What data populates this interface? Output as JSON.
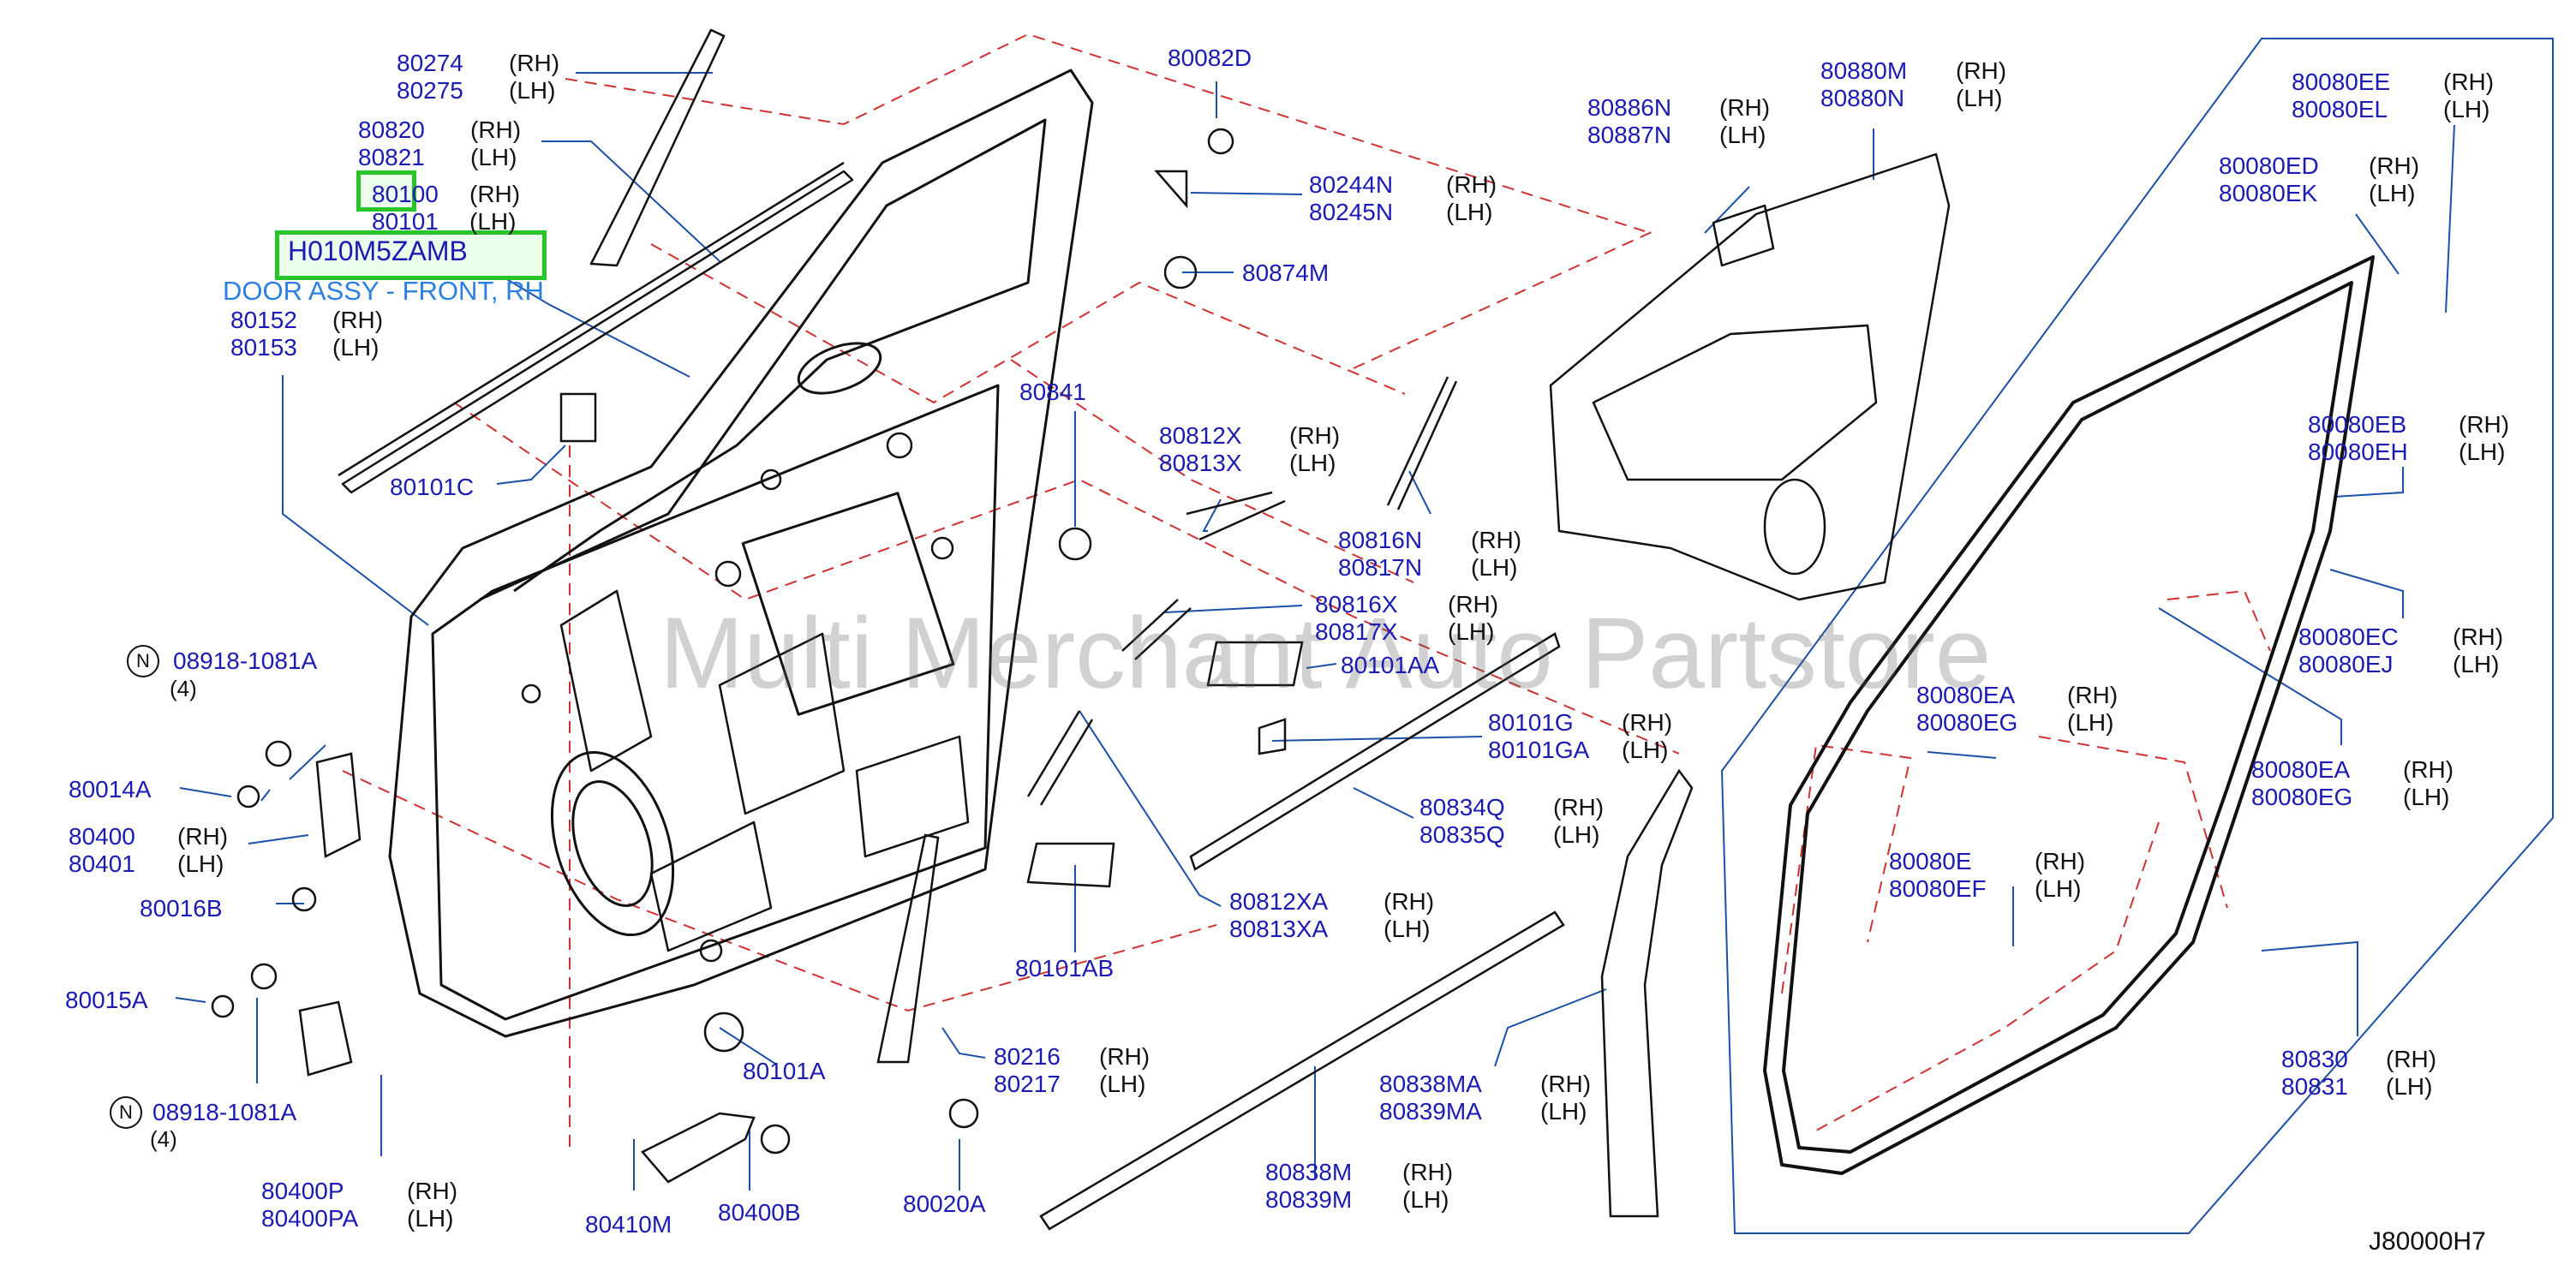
{
  "highlight": {
    "part_number": "H010M5ZAMB",
    "description": "DOOR ASSY - FRONT, RH"
  },
  "watermark": "Multi Merchant Auto Partstore",
  "diagram_code": "J80000H7",
  "n_mark": "N",
  "callouts": {
    "c80274": {
      "rh": "80274",
      "lh": "80275",
      "rh_side": "(RH)",
      "lh_side": "(LH)"
    },
    "c80820": {
      "rh": "80820",
      "lh": "80821",
      "rh_side": "(RH)",
      "lh_side": "(LH)"
    },
    "c80100": {
      "rh": "80100",
      "lh": "80101",
      "rh_side": "(RH)",
      "lh_side": "(LH)"
    },
    "c80152": {
      "rh": "80152",
      "lh": "80153",
      "rh_side": "(RH)",
      "lh_side": "(LH)"
    },
    "c80101c": {
      "pn": "80101C"
    },
    "c08918_top": {
      "pn": "08918-1081A",
      "qty": "(4)"
    },
    "c80014a": {
      "pn": "80014A"
    },
    "c80400": {
      "rh": "80400",
      "lh": "80401",
      "rh_side": "(RH)",
      "lh_side": "(LH)"
    },
    "c80016b": {
      "pn": "80016B"
    },
    "c80015a": {
      "pn": "80015A"
    },
    "c08918_bot": {
      "pn": "08918-1081A",
      "qty": "(4)"
    },
    "c80400p": {
      "rh": "80400P",
      "lh": "80400PA",
      "rh_side": "(RH)",
      "lh_side": "(LH)"
    },
    "c80410m": {
      "pn": "80410M"
    },
    "c80400b": {
      "pn": "80400B"
    },
    "c80020a": {
      "pn": "80020A"
    },
    "c80101a": {
      "pn": "80101A"
    },
    "c80216": {
      "rh": "80216",
      "lh": "80217",
      "rh_side": "(RH)",
      "lh_side": "(LH)"
    },
    "c80082d": {
      "pn": "80082D"
    },
    "c80244n": {
      "rh": "80244N",
      "lh": "80245N",
      "rh_side": "(RH)",
      "lh_side": "(LH)"
    },
    "c80874m": {
      "pn": "80874M"
    },
    "c80841": {
      "pn": "80841"
    },
    "c80812x": {
      "rh": "80812X",
      "lh": "80813X",
      "rh_side": "(RH)",
      "lh_side": "(LH)"
    },
    "c80816n": {
      "rh": "80816N",
      "lh": "80817N",
      "rh_side": "(RH)",
      "lh_side": "(LH)"
    },
    "c80816x": {
      "rh": "80816X",
      "lh": "80817X",
      "rh_side": "(RH)",
      "lh_side": "(LH)"
    },
    "c80101aa": {
      "pn": "80101AA"
    },
    "c80101g": {
      "rh": "80101G",
      "lh": "80101GA",
      "rh_side": "(RH)",
      "lh_side": "(LH)"
    },
    "c80834q": {
      "rh": "80834Q",
      "lh": "80835Q",
      "rh_side": "(RH)",
      "lh_side": "(LH)"
    },
    "c80812xa": {
      "rh": "80812XA",
      "lh": "80813XA",
      "rh_side": "(RH)",
      "lh_side": "(LH)"
    },
    "c80101ab": {
      "pn": "80101AB"
    },
    "c80838m": {
      "rh": "80838M",
      "lh": "80839M",
      "rh_side": "(RH)",
      "lh_side": "(LH)"
    },
    "c80838ma": {
      "rh": "80838MA",
      "lh": "80839MA",
      "rh_side": "(RH)",
      "lh_side": "(LH)"
    },
    "c80886n": {
      "rh": "80886N",
      "lh": "80887N",
      "rh_side": "(RH)",
      "lh_side": "(LH)"
    },
    "c80880m": {
      "rh": "80880M",
      "lh": "80880N",
      "rh_side": "(RH)",
      "lh_side": "(LH)"
    },
    "c80080ee": {
      "rh": "80080EE",
      "lh": "80080EL",
      "rh_side": "(RH)",
      "lh_side": "(LH)"
    },
    "c80080ed": {
      "rh": "80080ED",
      "lh": "80080EK",
      "rh_side": "(RH)",
      "lh_side": "(LH)"
    },
    "c80080eb": {
      "rh": "80080EB",
      "lh": "80080EH",
      "rh_side": "(RH)",
      "lh_side": "(LH)"
    },
    "c80080ec": {
      "rh": "80080EC",
      "lh": "80080EJ",
      "rh_side": "(RH)",
      "lh_side": "(LH)"
    },
    "c80080ea_l": {
      "rh": "80080EA",
      "lh": "80080EG",
      "rh_side": "(RH)",
      "lh_side": "(LH)"
    },
    "c80080ea_r": {
      "rh": "80080EA",
      "lh": "80080EG",
      "rh_side": "(RH)",
      "lh_side": "(LH)"
    },
    "c80080e": {
      "rh": "80080E",
      "lh": "80080EF",
      "rh_side": "(RH)",
      "lh_side": "(LH)"
    },
    "c80830": {
      "rh": "80830",
      "lh": "80831",
      "rh_side": "(RH)",
      "lh_side": "(LH)"
    }
  }
}
